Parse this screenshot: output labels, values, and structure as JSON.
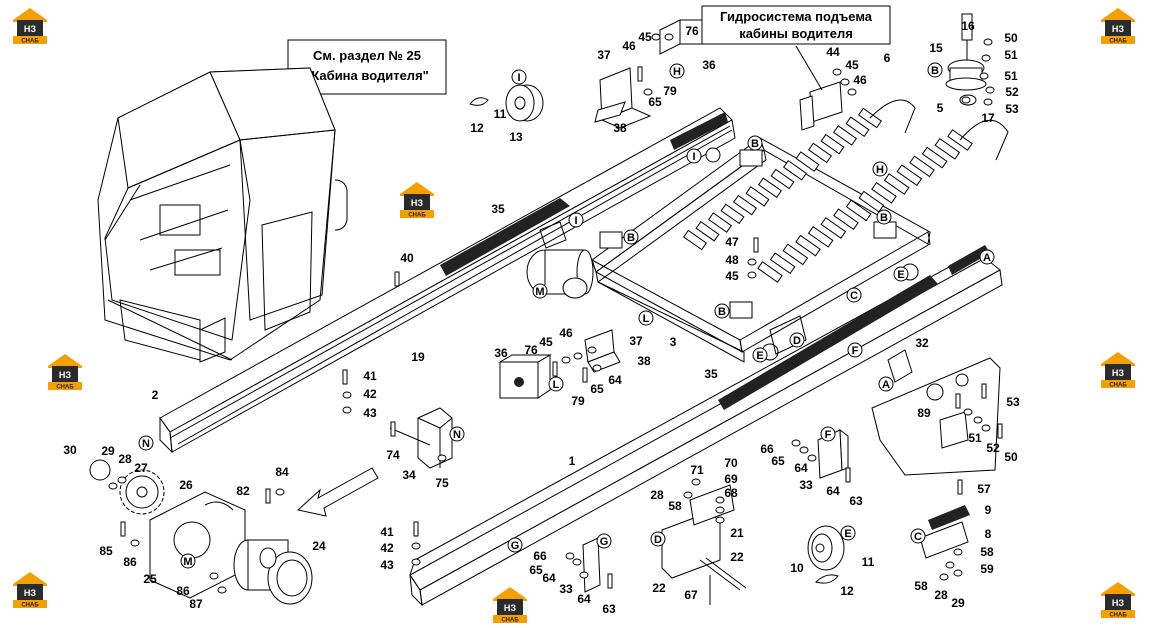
{
  "notes": {
    "cab_section": [
      "См. раздел № 25",
      "\"Кабина водителя\""
    ],
    "hydraulics": [
      "Гидросистема подъема",
      "кабины водителя"
    ]
  },
  "logo": {
    "top": "НЗ",
    "bottom": "СНАБ"
  },
  "part_numbers": [
    "1",
    "2",
    "3",
    "5",
    "6",
    "8",
    "9",
    "10",
    "11",
    "12",
    "13",
    "15",
    "16",
    "17",
    "19",
    "21",
    "22",
    "24",
    "25",
    "26",
    "27",
    "28",
    "29",
    "30",
    "32",
    "33",
    "34",
    "35",
    "36",
    "37",
    "38",
    "40",
    "41",
    "42",
    "43",
    "44",
    "45",
    "46",
    "47",
    "48",
    "50",
    "51",
    "52",
    "53",
    "57",
    "58",
    "59",
    "63",
    "64",
    "65",
    "66",
    "67",
    "68",
    "69",
    "70",
    "71",
    "74",
    "75",
    "76",
    "79",
    "82",
    "84",
    "85",
    "86",
    "87",
    "89"
  ],
  "callouts": [
    "A",
    "B",
    "C",
    "D",
    "E",
    "F",
    "G",
    "H",
    "I",
    "L",
    "M",
    "N"
  ],
  "colors": {
    "ink": "#000000",
    "logo_orange": "#f5a000",
    "logo_dark": "#2b2b2b",
    "rubber_strip": "#222222"
  }
}
